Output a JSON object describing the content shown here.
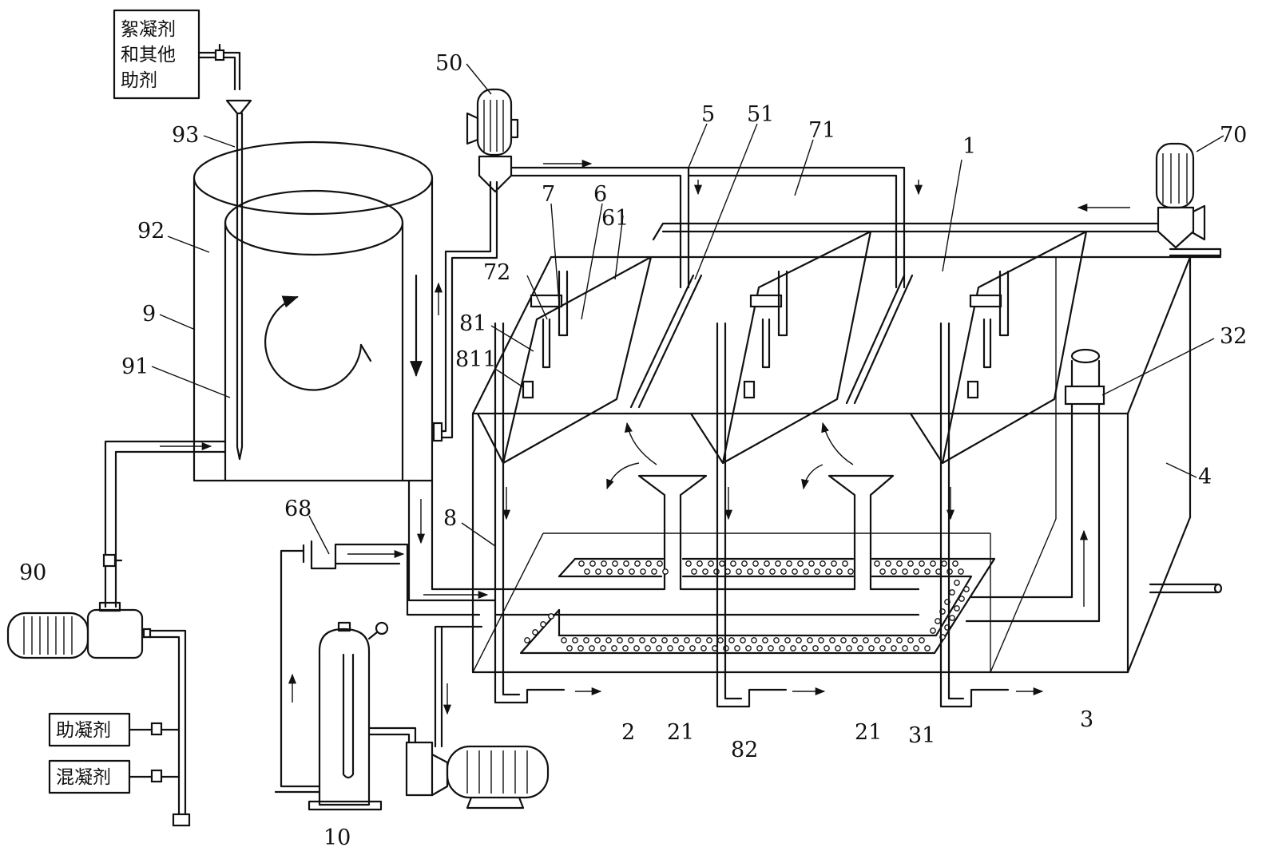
{
  "boxes": {
    "flocculant_line1": "絮凝剂",
    "flocculant_line2": "和其他",
    "flocculant_line3": "助剂",
    "coagulant_aid": "助凝剂",
    "coagulant": "混凝剂"
  },
  "labels": {
    "n1": "1",
    "n2": "2",
    "n3": "3",
    "n4": "4",
    "n5": "5",
    "n6": "6",
    "n7": "7",
    "n8": "8",
    "n9": "9",
    "n10": "10",
    "n21a": "21",
    "n21b": "21",
    "n31": "31",
    "n32": "32",
    "n50": "50",
    "n51": "51",
    "n61": "61",
    "n68": "68",
    "n70": "70",
    "n71": "71",
    "n72": "72",
    "n81": "81",
    "n811": "811",
    "n82": "82",
    "n90": "90",
    "n91": "91",
    "n92": "92",
    "n93": "93"
  }
}
